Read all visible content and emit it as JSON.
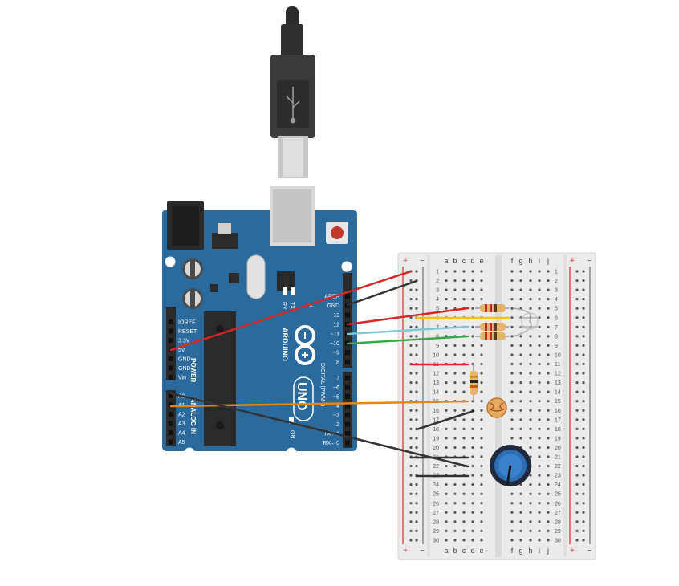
{
  "usb": {
    "name": "USB cable"
  },
  "arduino": {
    "brand": "ARDUINO",
    "model": "UNO",
    "power_header_title": "POWER",
    "analog_header_title": "ANALOG IN",
    "digital_header_title": "DIGITAL (PWM~)",
    "on_label": "ON",
    "tx_label": "TX",
    "rx_label": "RX",
    "l_label": "L",
    "power_pins": [
      "IOREF",
      "RESET",
      "3.3V",
      "5V",
      "GND",
      "GND",
      "Vin"
    ],
    "analog_pins": [
      "A0",
      "A1",
      "A2",
      "A3",
      "A4",
      "A5"
    ],
    "digital_pins_top": [
      "AREF",
      "GND",
      "13",
      "12",
      "~11",
      "~10",
      "~9",
      "8"
    ],
    "digital_pins_bottom": [
      "7",
      "~6",
      "~5",
      "4",
      "~3",
      "2",
      "TX→1",
      "RX←0"
    ]
  },
  "breadboard": {
    "left_letters": [
      "a",
      "b",
      "c",
      "d",
      "e"
    ],
    "right_letters": [
      "f",
      "g",
      "h",
      "i",
      "j"
    ],
    "plus_label": "+",
    "minus_label": "−",
    "row_numbers": [
      "1",
      "2",
      "3",
      "4",
      "5",
      "6",
      "7",
      "8",
      "9",
      "10",
      "11",
      "12",
      "13",
      "14",
      "15",
      "16",
      "17",
      "18",
      "19",
      "20",
      "21",
      "22",
      "23",
      "24",
      "25",
      "26",
      "27",
      "28",
      "29",
      "30"
    ]
  },
  "components": {
    "resistors": [
      "resistor-red-1",
      "resistor-red-2",
      "resistor-red-3",
      "resistor-photo"
    ],
    "led": "RGB LED",
    "photoresistor": "photoresistor",
    "potentiometer": "potentiometer"
  },
  "colors": {
    "pcb": "#2b6a9c",
    "pcb_dark": "#1f5580",
    "wire_red": "#d62728",
    "wire_black": "#333333",
    "wire_yellow": "#f2c314",
    "wire_cyan": "#7ec8d8",
    "wire_green": "#3aa84a",
    "wire_orange": "#e8860f",
    "breadboard": "#ebebeb",
    "pot_blue": "#2f6db3"
  }
}
